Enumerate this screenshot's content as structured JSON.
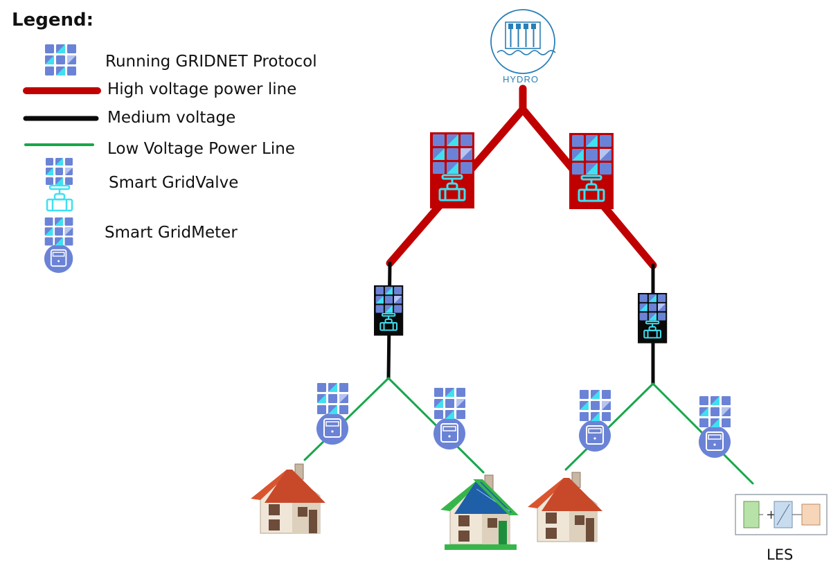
{
  "legend": {
    "title": "Legend:",
    "items": [
      {
        "label": "Running GRIDNET Protocol",
        "icon": "gridnet-chip-icon"
      },
      {
        "label": "High voltage power line",
        "icon": "red-line"
      },
      {
        "label": "Medium voltage",
        "icon": "black-line"
      },
      {
        "label": "Low Voltage Power Line",
        "icon": "green-line"
      },
      {
        "label": "Smart GridValve",
        "icon": "grid-valve-icon"
      },
      {
        "label": "Smart GridMeter",
        "icon": "grid-meter-icon"
      }
    ]
  },
  "source": {
    "label": "HYDRO",
    "icon": "hydro-plant-icon"
  },
  "storage": {
    "label": "LES",
    "icon": "les-storage-icon"
  },
  "colors": {
    "high_voltage": "#c00000",
    "medium_voltage": "#0a0a0a",
    "low_voltage": "#19a64b",
    "chip_blue": "#6b83d6",
    "chip_cyan": "#3fe0f0",
    "chip_light": "#b6c4f0",
    "hydro_blue": "#2a7fb6",
    "roof_orange": "#d9552f",
    "solar_roof_green": "#36b64a"
  },
  "nodes": {
    "valves_hv": 2,
    "valves_mv": 2,
    "meters": 4,
    "houses": 3,
    "solar_houses": 1
  }
}
